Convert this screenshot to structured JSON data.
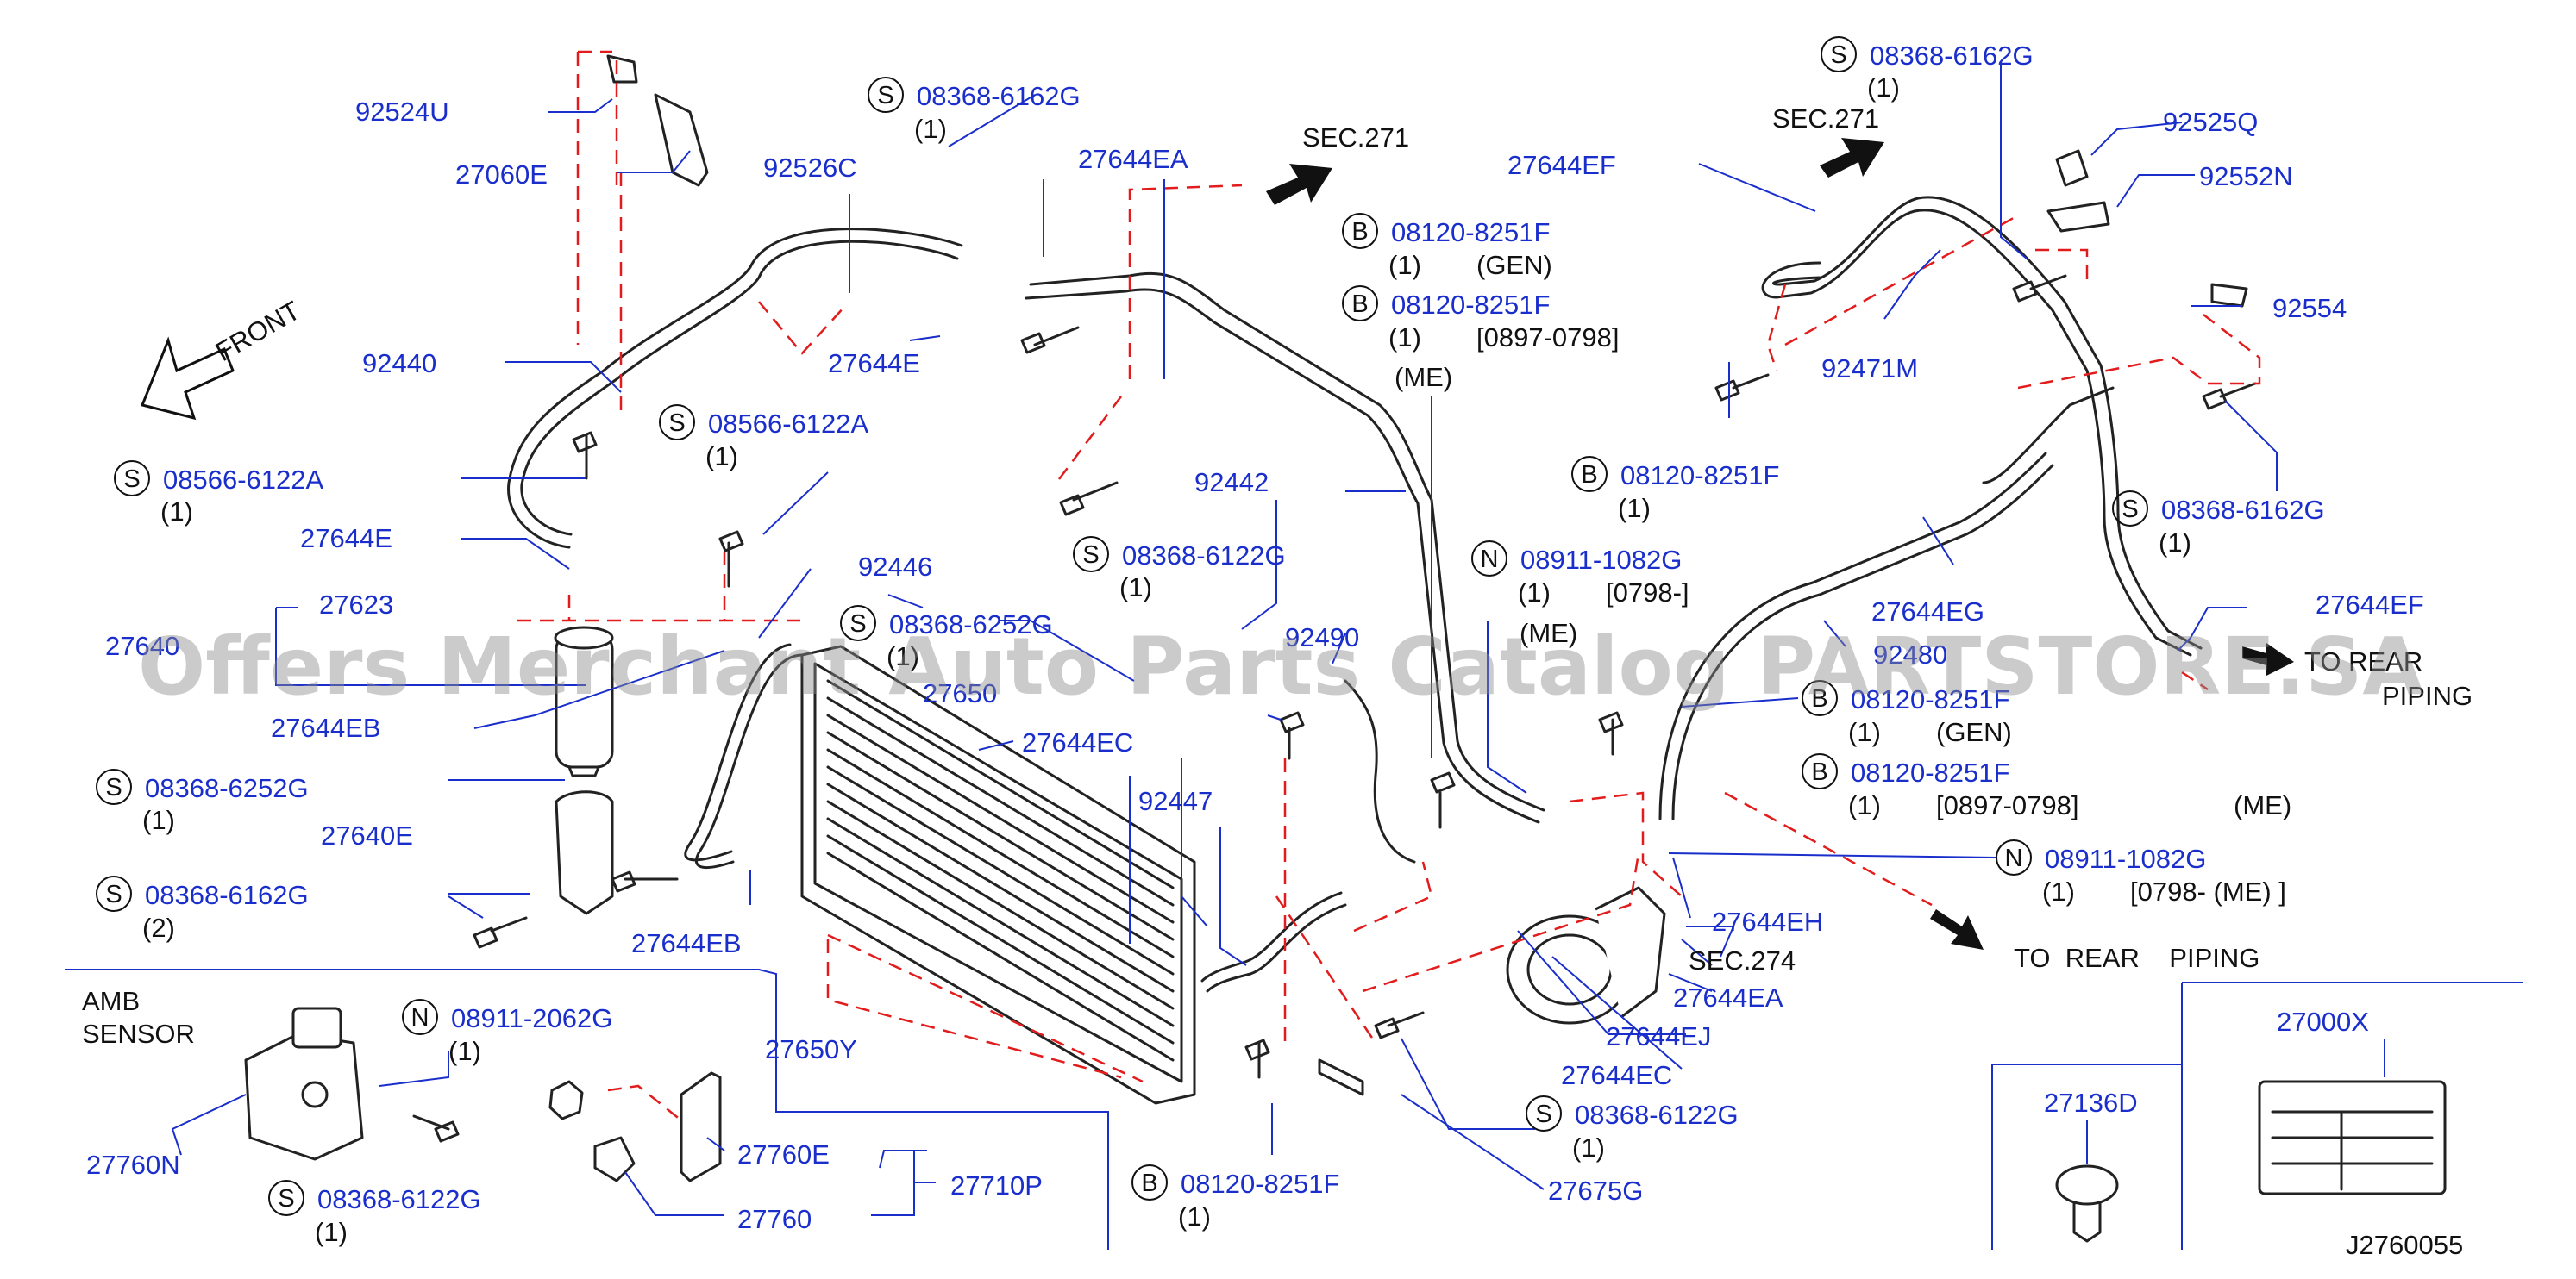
{
  "diagram_id": "J2760055",
  "watermark": "Offers Merchant Auto Parts Catalog PARTSTORE.SA",
  "notes": {
    "front": "FRONT",
    "sec271_a": "SEC.271",
    "sec271_b": "SEC.271",
    "sec274": "SEC.274",
    "to_rear_1": "TO REAR",
    "piping_1": "PIPING",
    "to_rear_2": "TO  REAR    PIPING",
    "amb_1": "AMB",
    "amb_2": "SENSOR"
  },
  "parts": {
    "p92524U": "92524U",
    "p27060E": "27060E",
    "p92526C": "92526C",
    "p92440": "92440",
    "p27644E_a": "27644E",
    "p27644E_b": "27644E",
    "p27623": "27623",
    "p27640": "27640",
    "p27644EB_a": "27644EB",
    "p27644EB_b": "27644EB",
    "p27640E": "27640E",
    "p92446": "92446",
    "p27650": "27650",
    "p27644EC_a": "27644EC",
    "p27644EC_b": "27644EC",
    "p92447": "92447",
    "p27650Y": "27650Y",
    "p27644EA_a": "27644EA",
    "p27644EA_b": "27644EA",
    "p92442": "92442",
    "p92490": "92490",
    "p27644EF_a": "27644EF",
    "p27644EF_b": "27644EF",
    "p92525Q": "92525Q",
    "p92552N": "92552N",
    "p92554": "92554",
    "p92471M": "92471M",
    "p27644EG": "27644EG",
    "p92480": "92480",
    "p27644EH": "27644EH",
    "p27644EJ": "27644EJ",
    "p27675G": "27675G",
    "p27760N": "27760N",
    "p27760E": "27760E",
    "p27760": "27760",
    "p27710P": "27710P",
    "p27000X": "27000X",
    "p27136D": "27136D"
  },
  "fasteners": {
    "s08368_6162G_a": {
      "prefix": "S",
      "code": "08368-6162G",
      "qty": "(1)"
    },
    "s08368_6162G_b": {
      "prefix": "S",
      "code": "08368-6162G",
      "qty": "(1)"
    },
    "s08368_6162G_c": {
      "prefix": "S",
      "code": "08368-6162G",
      "qty": "(1)"
    },
    "s08368_6162G_d": {
      "prefix": "S",
      "code": "08368-6162G",
      "qty": "(2)"
    },
    "s08566_6122A_a": {
      "prefix": "S",
      "code": "08566-6122A",
      "qty": "(1)"
    },
    "s08566_6122A_b": {
      "prefix": "S",
      "code": "08566-6122A",
      "qty": "(1)"
    },
    "s08368_6252G_a": {
      "prefix": "S",
      "code": "08368-6252G",
      "qty": "(1)"
    },
    "s08368_6252G_b": {
      "prefix": "S",
      "code": "08368-6252G",
      "qty": "(1)"
    },
    "s08368_6122G_a": {
      "prefix": "S",
      "code": "08368-6122G",
      "qty": "(1)"
    },
    "s08368_6122G_b": {
      "prefix": "S",
      "code": "08368-6122G",
      "qty": "(1)"
    },
    "s08368_6122G_c": {
      "prefix": "S",
      "code": "08368-6122G",
      "qty": "(1)"
    },
    "b08120_a": {
      "prefix": "B",
      "code": "08120-8251F",
      "qty": "(1)",
      "note": "(GEN)"
    },
    "b08120_b": {
      "prefix": "B",
      "code": "08120-8251F",
      "qty": "(1)",
      "note": "[0897-0798]",
      "note2": "(ME)"
    },
    "b08120_c": {
      "prefix": "B",
      "code": "08120-8251F",
      "qty": "(1)"
    },
    "b08120_d": {
      "prefix": "B",
      "code": "08120-8251F",
      "qty": "(1)",
      "note": "(GEN)"
    },
    "b08120_e": {
      "prefix": "B",
      "code": "08120-8251F",
      "qty": "(1)",
      "note": "[0897-0798]",
      "note2": "(ME)"
    },
    "b08120_f": {
      "prefix": "B",
      "code": "08120-8251F",
      "qty": "(1)"
    },
    "n08911_1082G_a": {
      "prefix": "N",
      "code": "08911-1082G",
      "qty": "(1)",
      "note": "[0798-]",
      "note2": "(ME)"
    },
    "n08911_1082G_b": {
      "prefix": "N",
      "code": "08911-1082G",
      "qty": "(1)",
      "note": "[0798-   (ME)   ]"
    },
    "n08911_2062G": {
      "prefix": "N",
      "code": "08911-2062G",
      "qty": "(1)"
    }
  },
  "colors": {
    "part_number": "#1a2ecc",
    "text": "#111111",
    "dash_line": "#e21c1c",
    "drawing": "#222222"
  }
}
